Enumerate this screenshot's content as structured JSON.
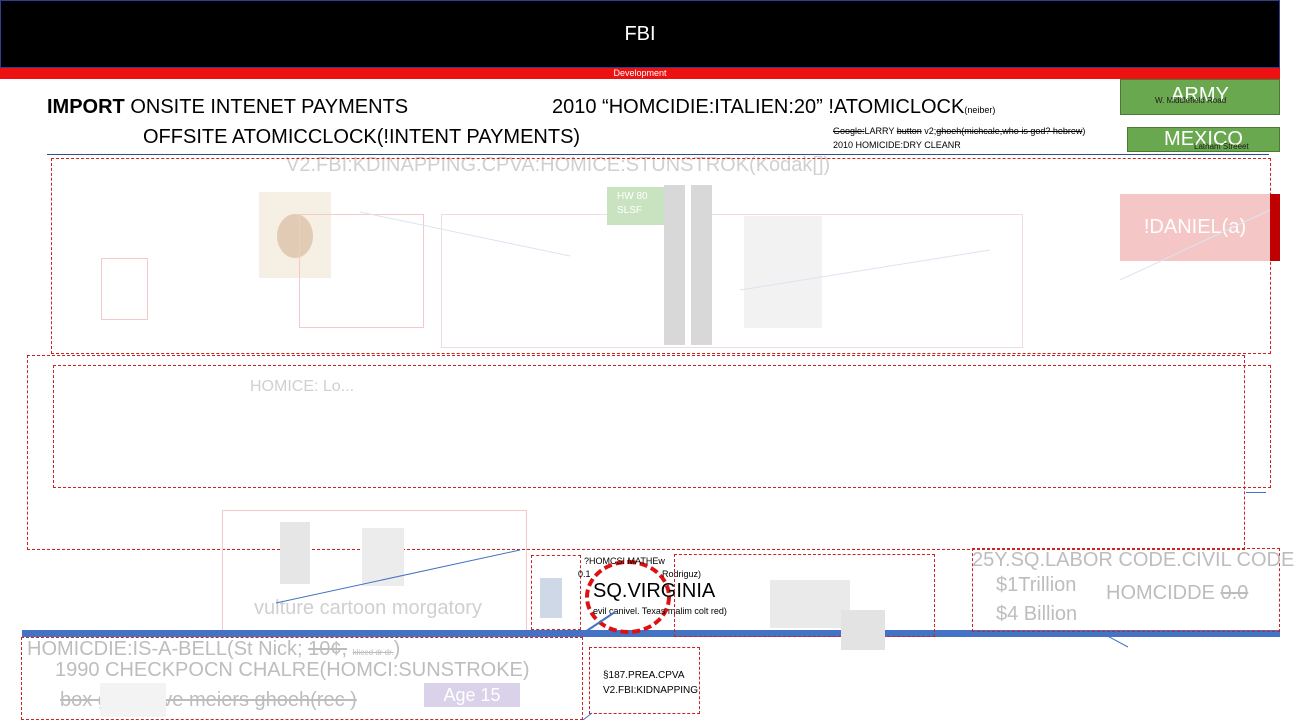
{
  "header": {
    "title": "FBI",
    "subtitle": "Development"
  },
  "headline": {
    "line1_bold": "IMPORT",
    "line1_rest": " ONSITE INTENET PAYMENTS",
    "line2": "OFFSITE ATOMICCLOCK(!INTENT PAYMENTS)"
  },
  "center": {
    "title": "2010 “HOMCIDIE:ITALIEN:20” !ATOMICLOCK",
    "title_small": "(neiber)",
    "note1_struck": "Google:",
    "note1_mid": "LARRY ",
    "note1_struck2": "button",
    "note1_tail": " v2;",
    "note1_struck3": "ghoeh(michcale,who is god? hebrew",
    "note1_end": ")",
    "note2": "2010 HOMICIDE:DRY CLEANR"
  },
  "green_boxes": [
    {
      "label": "ARMY",
      "sub": "W. Middlefield Road"
    },
    {
      "label": "MEXICO",
      "sub": "Latham Streeet"
    }
  ],
  "faded": {
    "section_title": "V2.FBI:KDINAPPING.CPVA:HOMICE:STUNSTROK(Kodak[])",
    "hw_label_1": "HW 80",
    "hw_label_2": "SLSF",
    "daniel": "!DANIEL(a)",
    "homice": "HOMICE: Lo..."
  },
  "lower": {
    "vulture": "vulture cartoon morgatory",
    "virginia_title": "SQ.VIRGINIA",
    "virginia_sub": "evil canivel. Texas malim colt red)",
    "virginia_top": "?HOMCSI MATHEw",
    "virginia_top2": "0.1",
    "virginia_top3": "Rodriguz)",
    "labor": "25Y.SQ.LABOR CODE.CIVIL CODE",
    "trillion": "$1Trillion",
    "billion": "$4 Billion",
    "homcidde": "HOMCIDDE ",
    "homcidde_struck": "0.0",
    "bell": "HOMICDIE:IS-A-BELL(St Nick; ",
    "bell_struck": "10¢,",
    "bell_tail_small": "kliced dr dr.",
    "bell_end": ")",
    "checkpocn": "1990 CHECKPOCN CHALRE(HOMCI:SUNSTROKE)",
    "box_line": "box        ges steve meiers ghoeh(rec        )",
    "age": "Age 15",
    "prea_1": "§187.PREA.CPVA",
    "prea_2": "V2.FBI:KIDNAPPING"
  }
}
